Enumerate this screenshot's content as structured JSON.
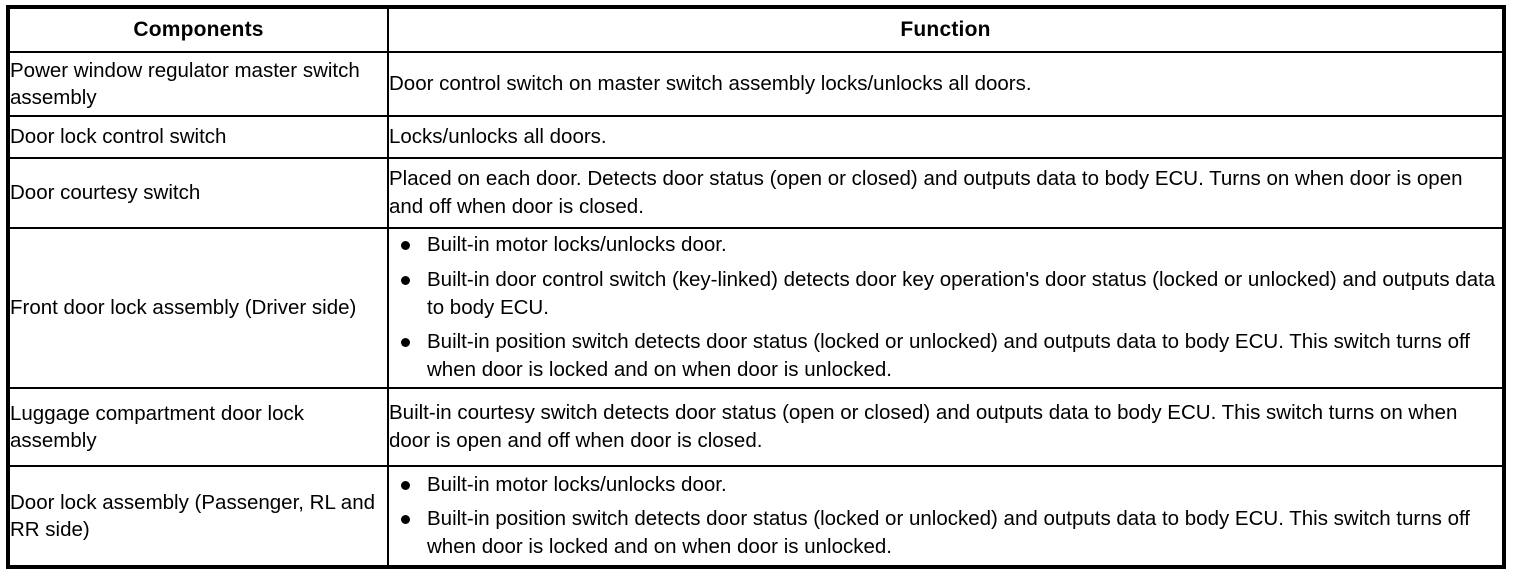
{
  "table": {
    "headers": {
      "components": "Components",
      "function": "Function"
    },
    "rows": [
      {
        "component": "Power window regulator master switch assembly",
        "function_text": "Door control switch on master switch assembly locks/unlocks all doors.",
        "bullets": []
      },
      {
        "component": "Door lock control switch",
        "function_text": "Locks/unlocks all doors.",
        "bullets": []
      },
      {
        "component": "Door courtesy switch",
        "function_text": "Placed on each door. Detects door status (open or closed) and outputs data to body ECU. Turns on when door is open and off when door is closed.",
        "bullets": []
      },
      {
        "component": "Front door lock assembly (Driver side)",
        "function_text": "",
        "bullets": [
          "Built-in motor locks/unlocks door.",
          "Built-in door control switch (key-linked) detects door key operation's door status (locked or unlocked) and outputs data to body ECU.",
          "Built-in position switch detects door status (locked or unlocked) and outputs data to body ECU. This switch turns off when door is locked and on when door is unlocked."
        ]
      },
      {
        "component": "Luggage compartment door lock assembly",
        "function_text": "Built-in courtesy switch detects door status (open or closed) and outputs data to body ECU. This switch turns on when door is open and off when door is closed.",
        "bullets": []
      },
      {
        "component": "Door lock assembly (Passenger, RL and RR side)",
        "function_text": "",
        "bullets": [
          "Built-in motor locks/unlocks door.",
          "Built-in position switch detects door status (locked or unlocked) and outputs data to body ECU. This switch turns off when door is locked and on when door is unlocked."
        ]
      }
    ]
  },
  "colors": {
    "border": "#000000",
    "text": "#000000",
    "background": "#ffffff"
  }
}
